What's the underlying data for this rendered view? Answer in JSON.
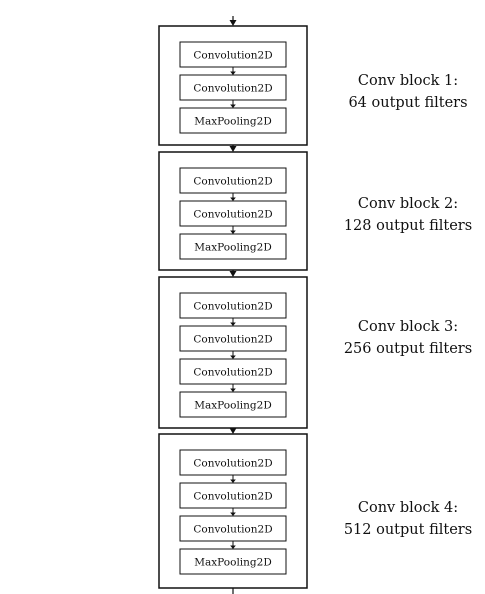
{
  "blocks": [
    {
      "title": "Conv block 1:",
      "subtitle": "64 output filters",
      "layers": [
        "Convolution2D",
        "Convolution2D",
        "MaxPooling2D"
      ]
    },
    {
      "title": "Conv block 2:",
      "subtitle": "128 output filters",
      "layers": [
        "Convolution2D",
        "Convolution2D",
        "MaxPooling2D"
      ]
    },
    {
      "title": "Conv block 3:",
      "subtitle": "256 output filters",
      "layers": [
        "Convolution2D",
        "Convolution2D",
        "Convolution2D",
        "MaxPooling2D"
      ]
    },
    {
      "title": "Conv block 4:",
      "subtitle": "512 output filters",
      "layers": [
        "Convolution2D",
        "Convolution2D",
        "Convolution2D",
        "MaxPooling2D"
      ]
    }
  ],
  "colors": {
    "stroke": "#111111",
    "background": "#ffffff"
  }
}
